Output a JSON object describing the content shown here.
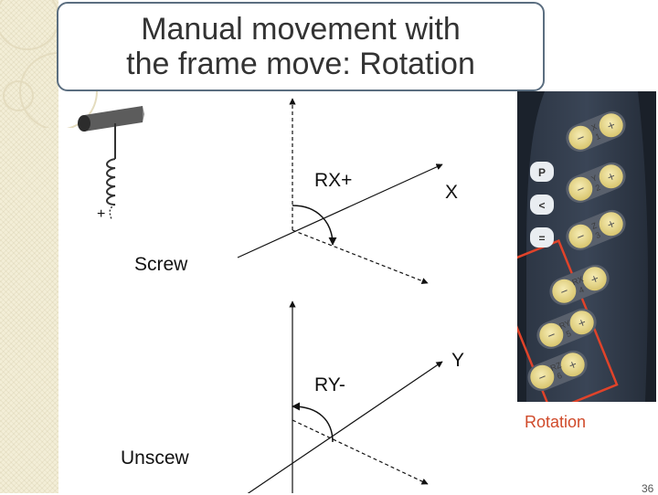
{
  "slide": {
    "title_line1": "Manual movement with",
    "title_line2": "the frame move: Rotation",
    "page_number": "36"
  },
  "diagram": {
    "screw_label": "Screw",
    "unscrew_label": "Unscew",
    "rx_label": "RX+",
    "ry_label": "RY-",
    "x_axis_label": "X",
    "y_axis_label": "Y",
    "plus_sign": "+"
  },
  "pendant": {
    "caption": "Rotation",
    "side_keys": [
      "P",
      "<",
      "="
    ],
    "axis_keys": [
      {
        "name": "X",
        "number": "1"
      },
      {
        "name": "Y",
        "number": "2"
      },
      {
        "name": "Z",
        "number": "3"
      },
      {
        "name": "RX",
        "number": "4"
      },
      {
        "name": "RY",
        "number": "5"
      },
      {
        "name": "RZ",
        "number": "6"
      }
    ],
    "minus_symbol": "−",
    "plus_symbol": "+",
    "highlight_color": "#e0432a",
    "key_color": "#e8d889"
  }
}
